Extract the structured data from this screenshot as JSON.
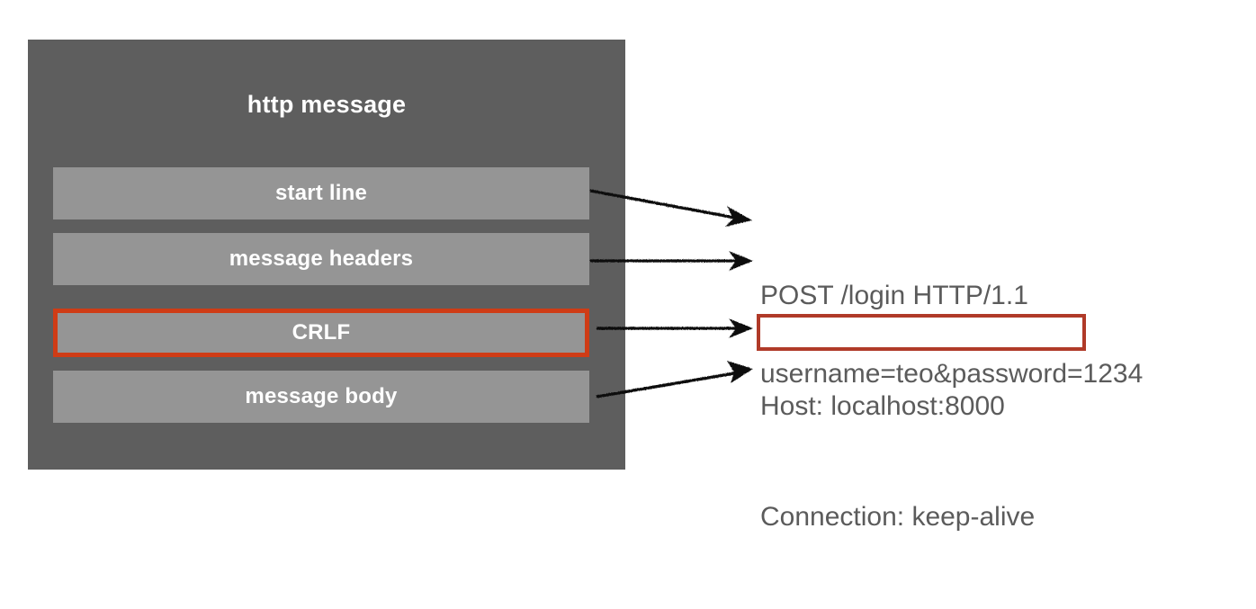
{
  "diagram": {
    "title": "http message",
    "panel_color": "#5e5e5e",
    "bar_color": "#959595",
    "highlight_color": "#cf3c16",
    "text_color": "#5b5b5b",
    "sections": [
      {
        "label": "start line"
      },
      {
        "label": "message headers"
      },
      {
        "label": "CRLF"
      },
      {
        "label": "message body"
      }
    ]
  },
  "message": {
    "lines": [
      "POST /login HTTP/1.1",
      "Host: localhost:8000",
      "Connection: keep-alive"
    ],
    "blank_line": "",
    "body": "username=teo&password=1234"
  },
  "arrows": [
    {
      "name": "arrow-start-line"
    },
    {
      "name": "arrow-message-headers"
    },
    {
      "name": "arrow-crlf"
    },
    {
      "name": "arrow-message-body"
    }
  ]
}
